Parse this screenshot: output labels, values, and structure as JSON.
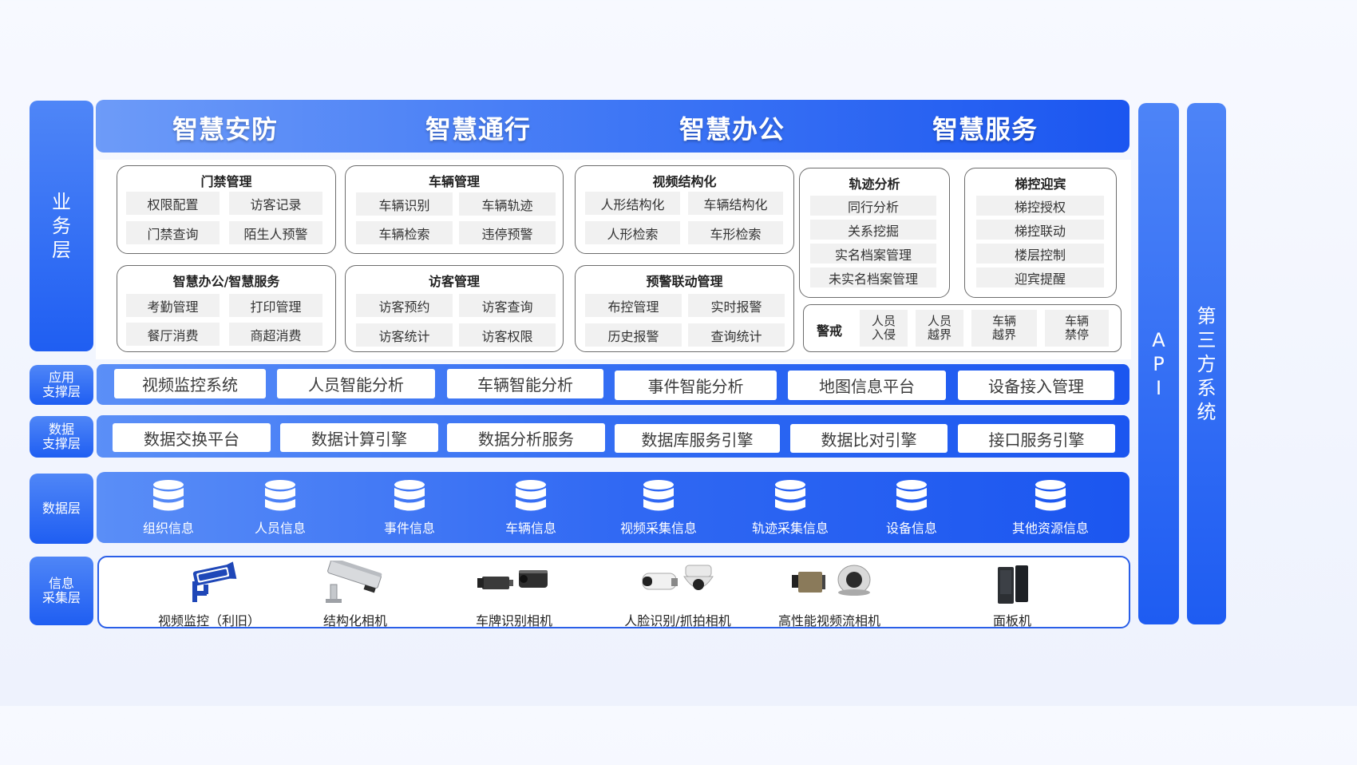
{
  "layers": {
    "business": "业\n务\n层",
    "app_support": "应用\n支撑层",
    "data_support": "数据\n支撑层",
    "data": "数据层",
    "collect": "信息\n采集层"
  },
  "right": {
    "api": "A\nP\nI",
    "third_party": "第\n三\n方\n系\n统"
  },
  "banner": [
    "智慧安防",
    "智慧通行",
    "智慧办公",
    "智慧服务"
  ],
  "modules": {
    "access": {
      "title": "门禁管理",
      "items": [
        "权限配置",
        "访客记录",
        "门禁查询",
        "陌生人预警"
      ]
    },
    "vehicle": {
      "title": "车辆管理",
      "items": [
        "车辆识别",
        "车辆轨迹",
        "车辆检索",
        "违停预警"
      ]
    },
    "video": {
      "title": "视频结构化",
      "items": [
        "人形结构化",
        "车辆结构化",
        "人形检索",
        "车形检索"
      ]
    },
    "track": {
      "title": "轨迹分析",
      "items": [
        "同行分析",
        "关系挖掘",
        "实名档案管理",
        "未实名档案管理"
      ]
    },
    "elevator": {
      "title": "梯控迎宾",
      "items": [
        "梯控授权",
        "梯控联动",
        "楼层控制",
        "迎宾提醒"
      ]
    },
    "office": {
      "title": "智慧办公/智慧服务",
      "items": [
        "考勤管理",
        "打印管理",
        "餐厅消费",
        "商超消费"
      ]
    },
    "visitor": {
      "title": "访客管理",
      "items": [
        "访客预约",
        "访客查询",
        "访客统计",
        "访客权限"
      ]
    },
    "alarm": {
      "title": "预警联动管理",
      "items": [
        "布控管理",
        "实时报警",
        "历史报警",
        "查询统计"
      ]
    },
    "guard": {
      "title": "警戒",
      "items": [
        "人员\n入侵",
        "人员\n越界",
        "车辆\n越界",
        "车辆\n禁停"
      ]
    }
  },
  "app_support": [
    "视频监控系统",
    "人员智能分析",
    "车辆智能分析",
    "事件智能分析",
    "地图信息平台",
    "设备接入管理"
  ],
  "data_support": [
    "数据交换平台",
    "数据计算引擎",
    "数据分析服务",
    "数据库服务引擎",
    "数据比对引擎",
    "接口服务引擎"
  ],
  "data_layer": [
    "组织信息",
    "人员信息",
    "事件信息",
    "车辆信息",
    "视频采集信息",
    "轨迹采集信息",
    "设备信息",
    "其他资源信息"
  ],
  "devices": [
    "视频监控（利旧）",
    "结构化相机",
    "车牌识别相机",
    "人脸识别/抓拍相机",
    "高性能视频流相机",
    "面板机"
  ],
  "colors": {
    "primary": "#1b56f0",
    "light": "#6d9bf8",
    "cell": "#f1f1f1"
  }
}
